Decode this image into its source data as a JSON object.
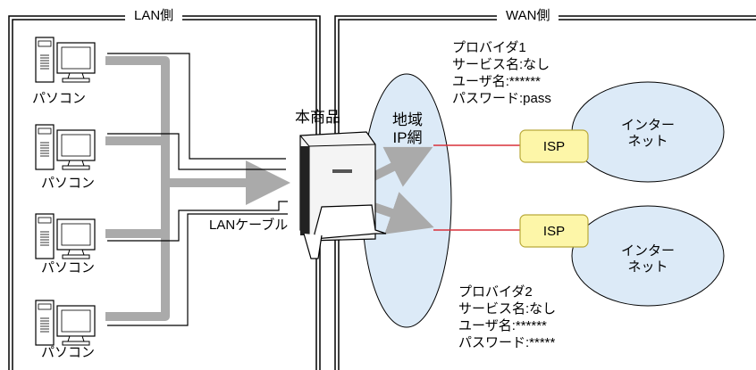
{
  "sections": {
    "lan": "LAN側",
    "wan": "WAN側"
  },
  "pcs": [
    {
      "label": "パソコン",
      "icon": "desktop-pc-icon"
    },
    {
      "label": "パソコン",
      "icon": "desktop-pc-icon"
    },
    {
      "label": "パソコン",
      "icon": "desktop-pc-icon"
    },
    {
      "label": "パソコン",
      "icon": "desktop-pc-icon"
    }
  ],
  "router": {
    "label": "本商品",
    "icon": "router-icon"
  },
  "cable": {
    "label": "LANケーブル"
  },
  "regional_ip": {
    "line1": "地域",
    "line2": "IP網"
  },
  "isp": [
    {
      "label": "ISP"
    },
    {
      "label": "ISP"
    }
  ],
  "internet": [
    {
      "line1": "インター",
      "line2": "ネット"
    },
    {
      "line1": "インター",
      "line2": "ネット"
    }
  ],
  "providers": [
    {
      "name": "プロバイダ1",
      "service": "サービス名:なし",
      "user": "ユーザ名:******",
      "password": "パスワード:pass"
    },
    {
      "name": "プロバイダ2",
      "service": "サービス名:なし",
      "user": "ユーザ名:******",
      "password": "パスワード:*****"
    }
  ],
  "colors": {
    "ellipse_fill": "#dceaf7",
    "isp_fill": "#fdf6a8",
    "isp_stroke": "#b9a93a",
    "wan_line": "#d9313a",
    "arrow": "#aaaaaa"
  }
}
